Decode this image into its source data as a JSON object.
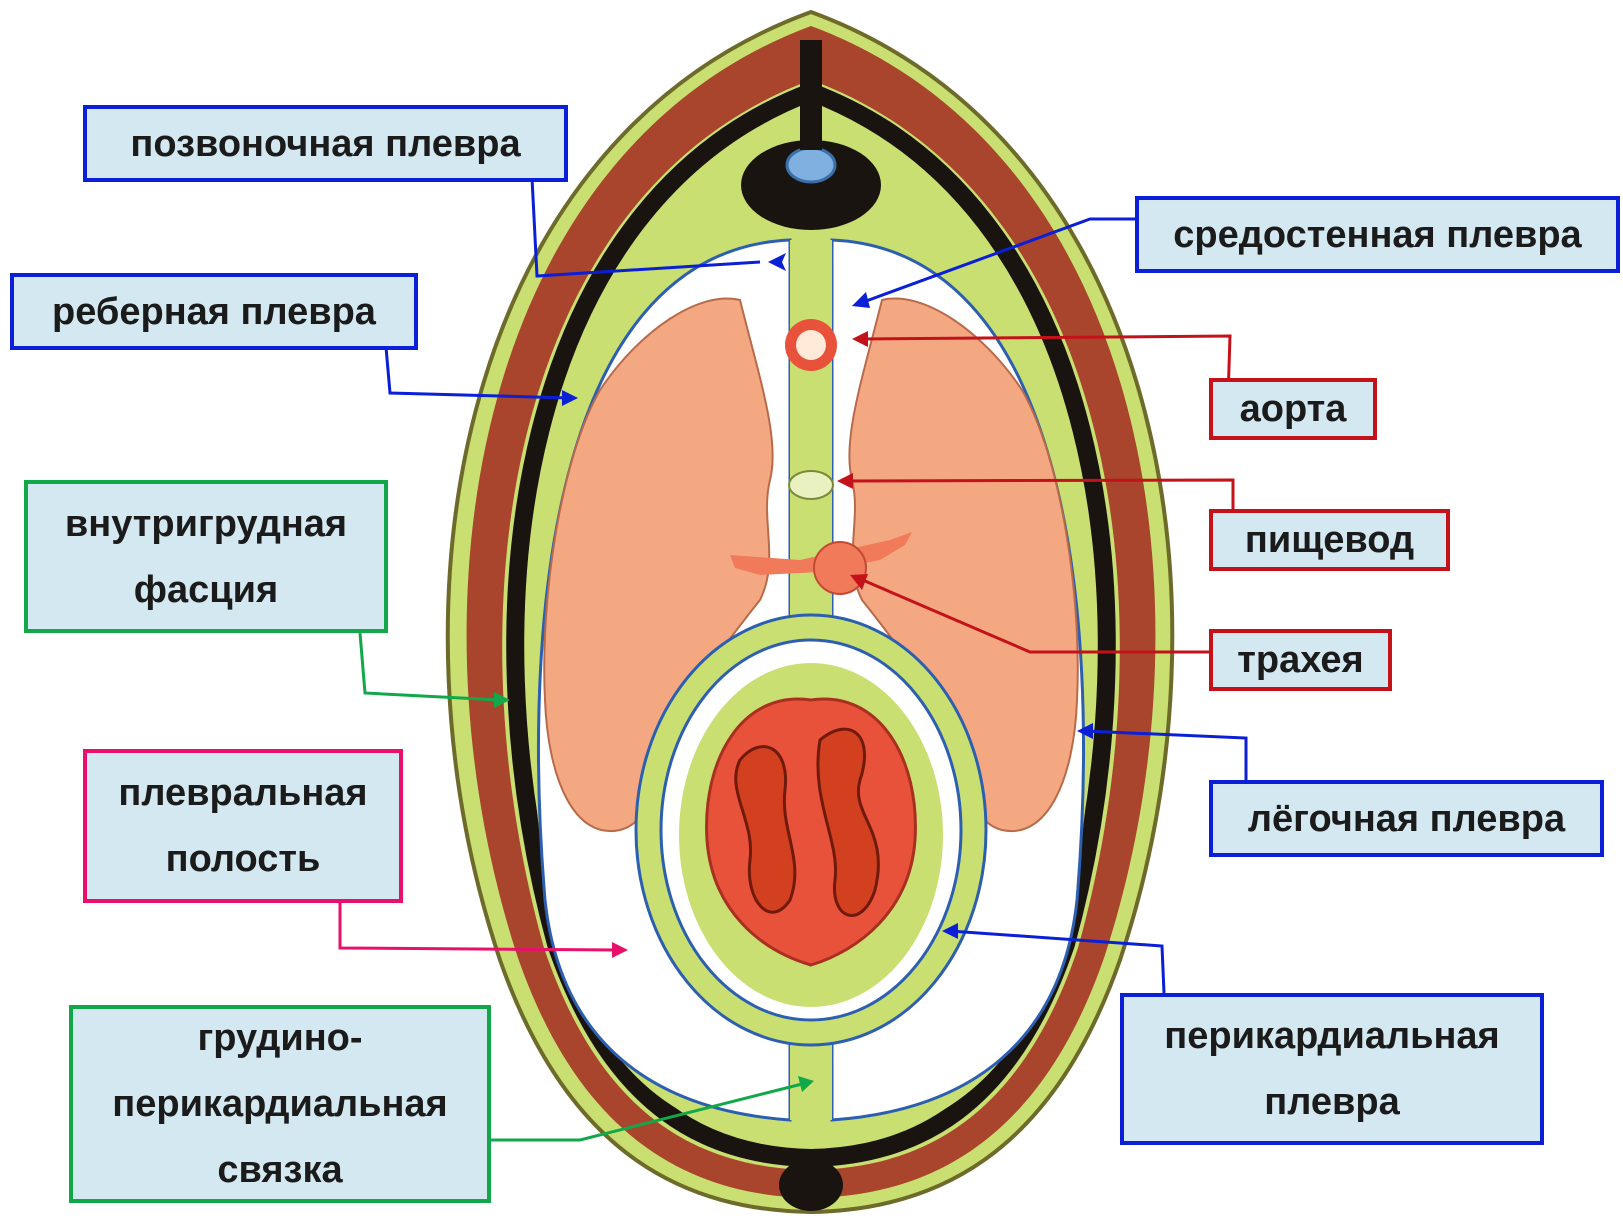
{
  "labels": {
    "vertebral_pleura": "позвоночная плевра",
    "mediastinal_pleura": "средостенная плевра",
    "costal_pleura": "реберная плевра",
    "aorta": "аорта",
    "esophagus": "пищевод",
    "intrathoracic_fascia": [
      "внутригрудная",
      "фасция"
    ],
    "trachea": "трахея",
    "pulmonary_pleura": "лёгочная плевра",
    "pleural_cavity": [
      "плевральная",
      "полость"
    ],
    "sternopericardial_ligament": [
      "грудино-",
      "перикардиальная",
      "связка"
    ],
    "pericardial_pleura": [
      "перикардиальная",
      "плевра"
    ]
  },
  "colors": {
    "blue_frame": "#0a1fd6",
    "red_frame": "#c4121a",
    "green_frame": "#12a84a",
    "pink_frame": "#e8106b",
    "label_fill": "#d4e8f1",
    "lung": "#f4a882",
    "heart": "#e8513a",
    "fascia": "#c9df72",
    "muscle": "#a8452c"
  }
}
